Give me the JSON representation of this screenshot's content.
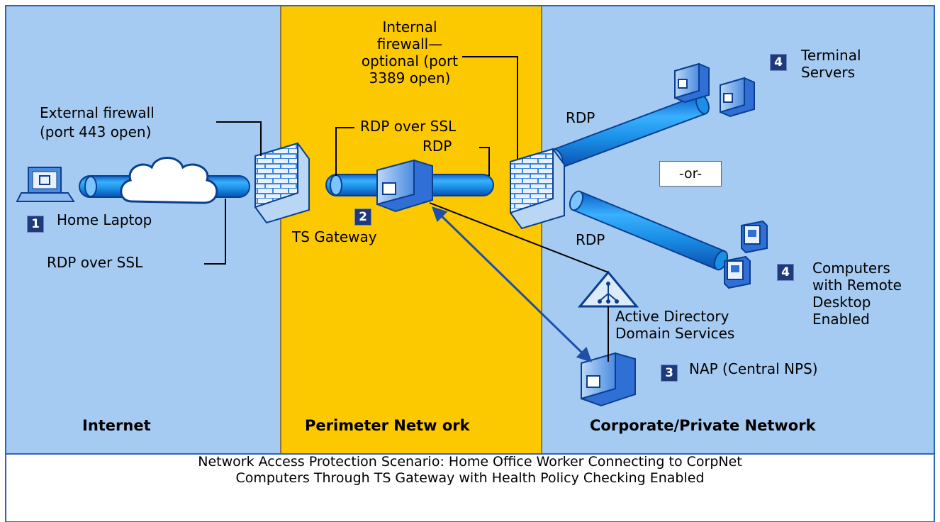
{
  "zones": {
    "internet": "Internet",
    "perimeter": "Perimeter Netw ork",
    "corporate": "Corporate/Private Network"
  },
  "labels": {
    "external_firewall": [
      "External firewall",
      "(port 443 open)"
    ],
    "internal_firewall": [
      "Internal",
      "firewall—",
      "optional (port",
      "3389 open)"
    ],
    "rdp_over_ssl_top": "RDP over SSL",
    "rdp_gateway": "RDP",
    "rdp_upper": "RDP",
    "rdp_lower": "RDP",
    "rdp_over_ssl_bottom": "RDP over SSL",
    "home_laptop": "Home Laptop",
    "ts_gateway": "TS Gateway",
    "terminal_servers": [
      "Terminal",
      "Servers"
    ],
    "remote_desktop": [
      "Computers",
      "with Remote",
      "Desktop",
      "Enabled"
    ],
    "active_directory": [
      "Active Directory",
      "Domain Services"
    ],
    "nap": "NAP (Central NPS)",
    "or": "-or-"
  },
  "badges": {
    "laptop": "1",
    "gateway": "2",
    "nap": "3",
    "terminal": "4",
    "remote": "4"
  },
  "caption": [
    "Network Access Protection Scenario: Home Office Worker Connecting to CorpNet",
    "Computers Through TS Gateway with Health Policy Checking Enabled"
  ],
  "colors": {
    "internet_zone": "#a6cbf2",
    "perimeter_zone": "#fcc800",
    "corporate_zone": "#a6cbf2",
    "pipe": "#1a8fe6",
    "badge": "#1f3a7a",
    "arrow": "#1f4fa8"
  }
}
